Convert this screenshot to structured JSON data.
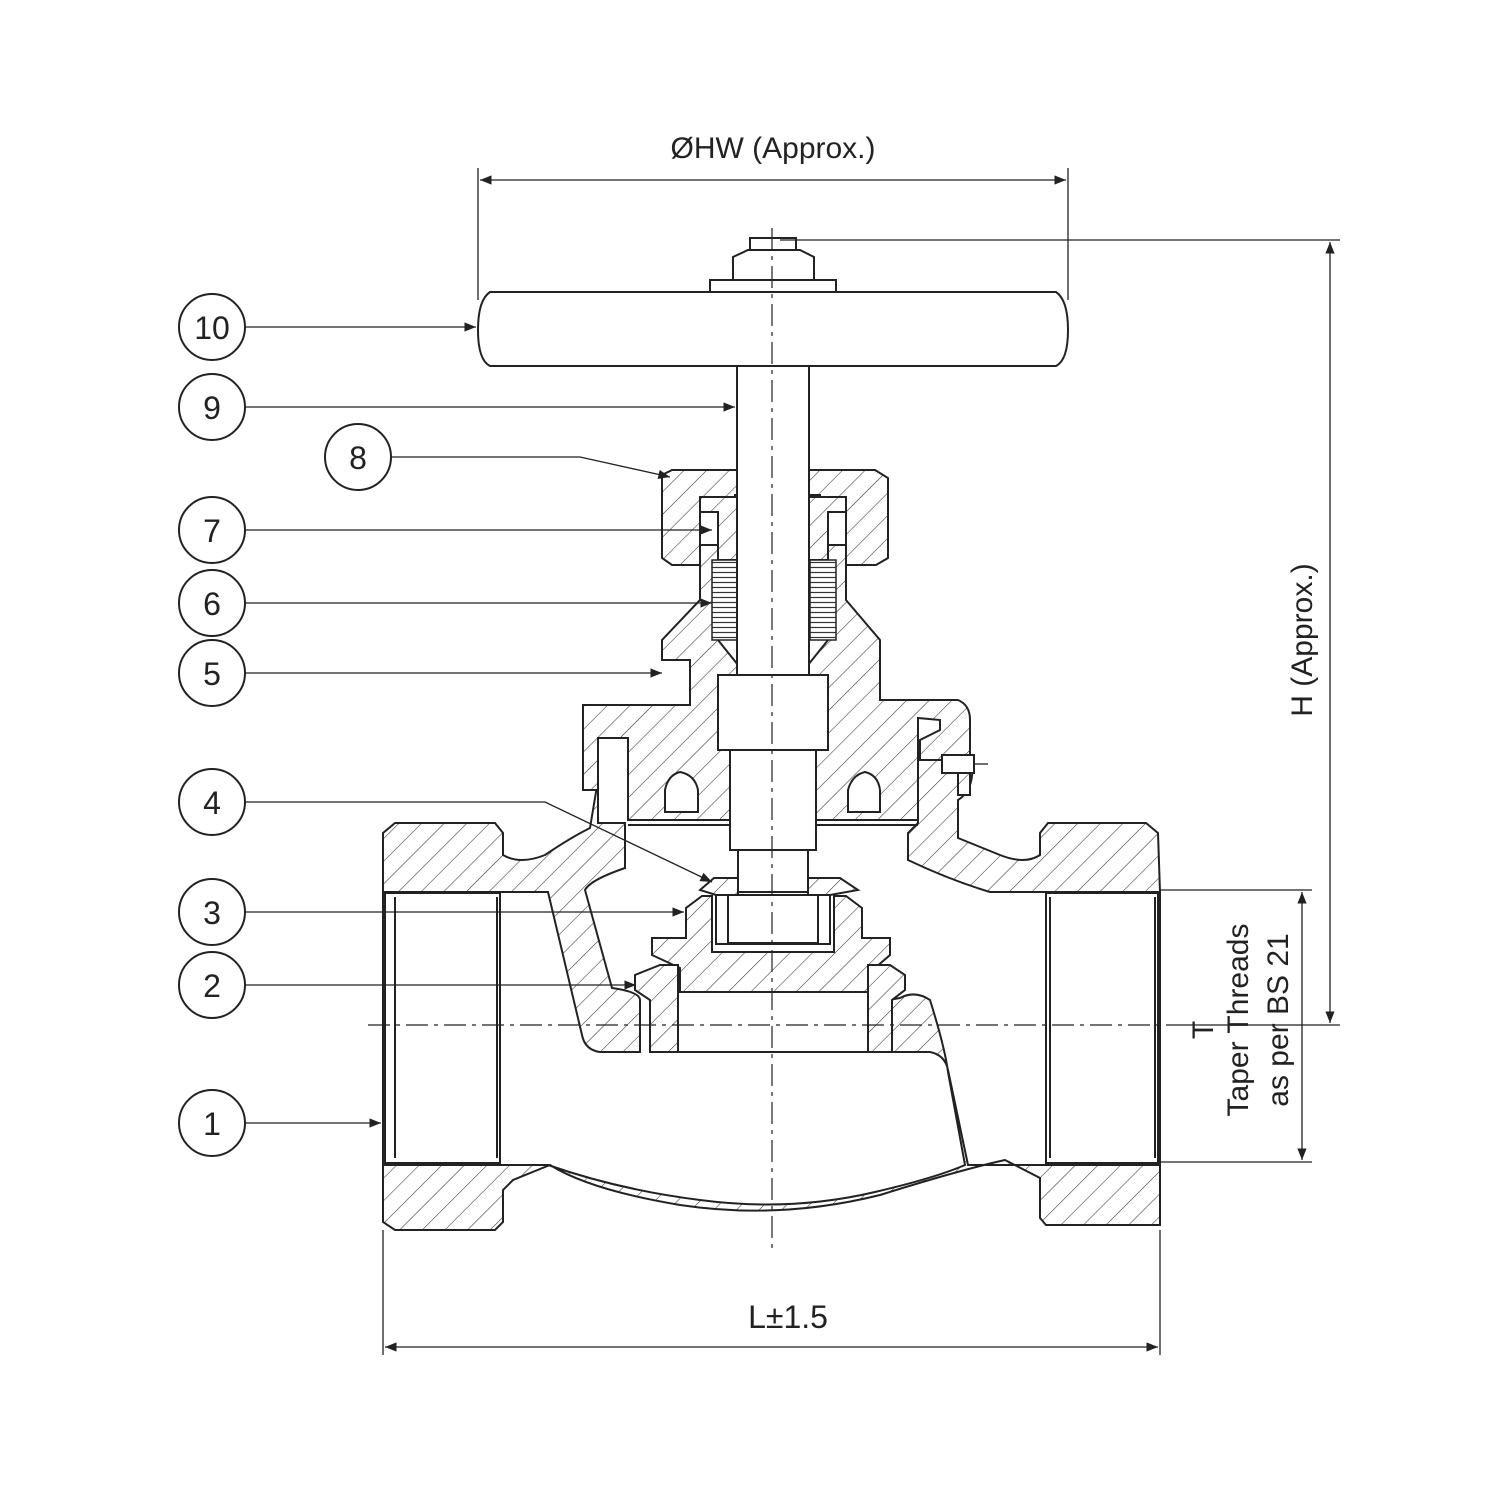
{
  "dimensions": {
    "handwheel_diameter": "ØHW (Approx.)",
    "height": "H (Approx.)",
    "length": "L±1.5",
    "thread_symbol": "T",
    "thread_note_line1": "Taper Threads",
    "thread_note_line2": "as per BS 21"
  },
  "balloons": [
    "10",
    "9",
    "8",
    "7",
    "6",
    "5",
    "4",
    "3",
    "2",
    "1"
  ]
}
